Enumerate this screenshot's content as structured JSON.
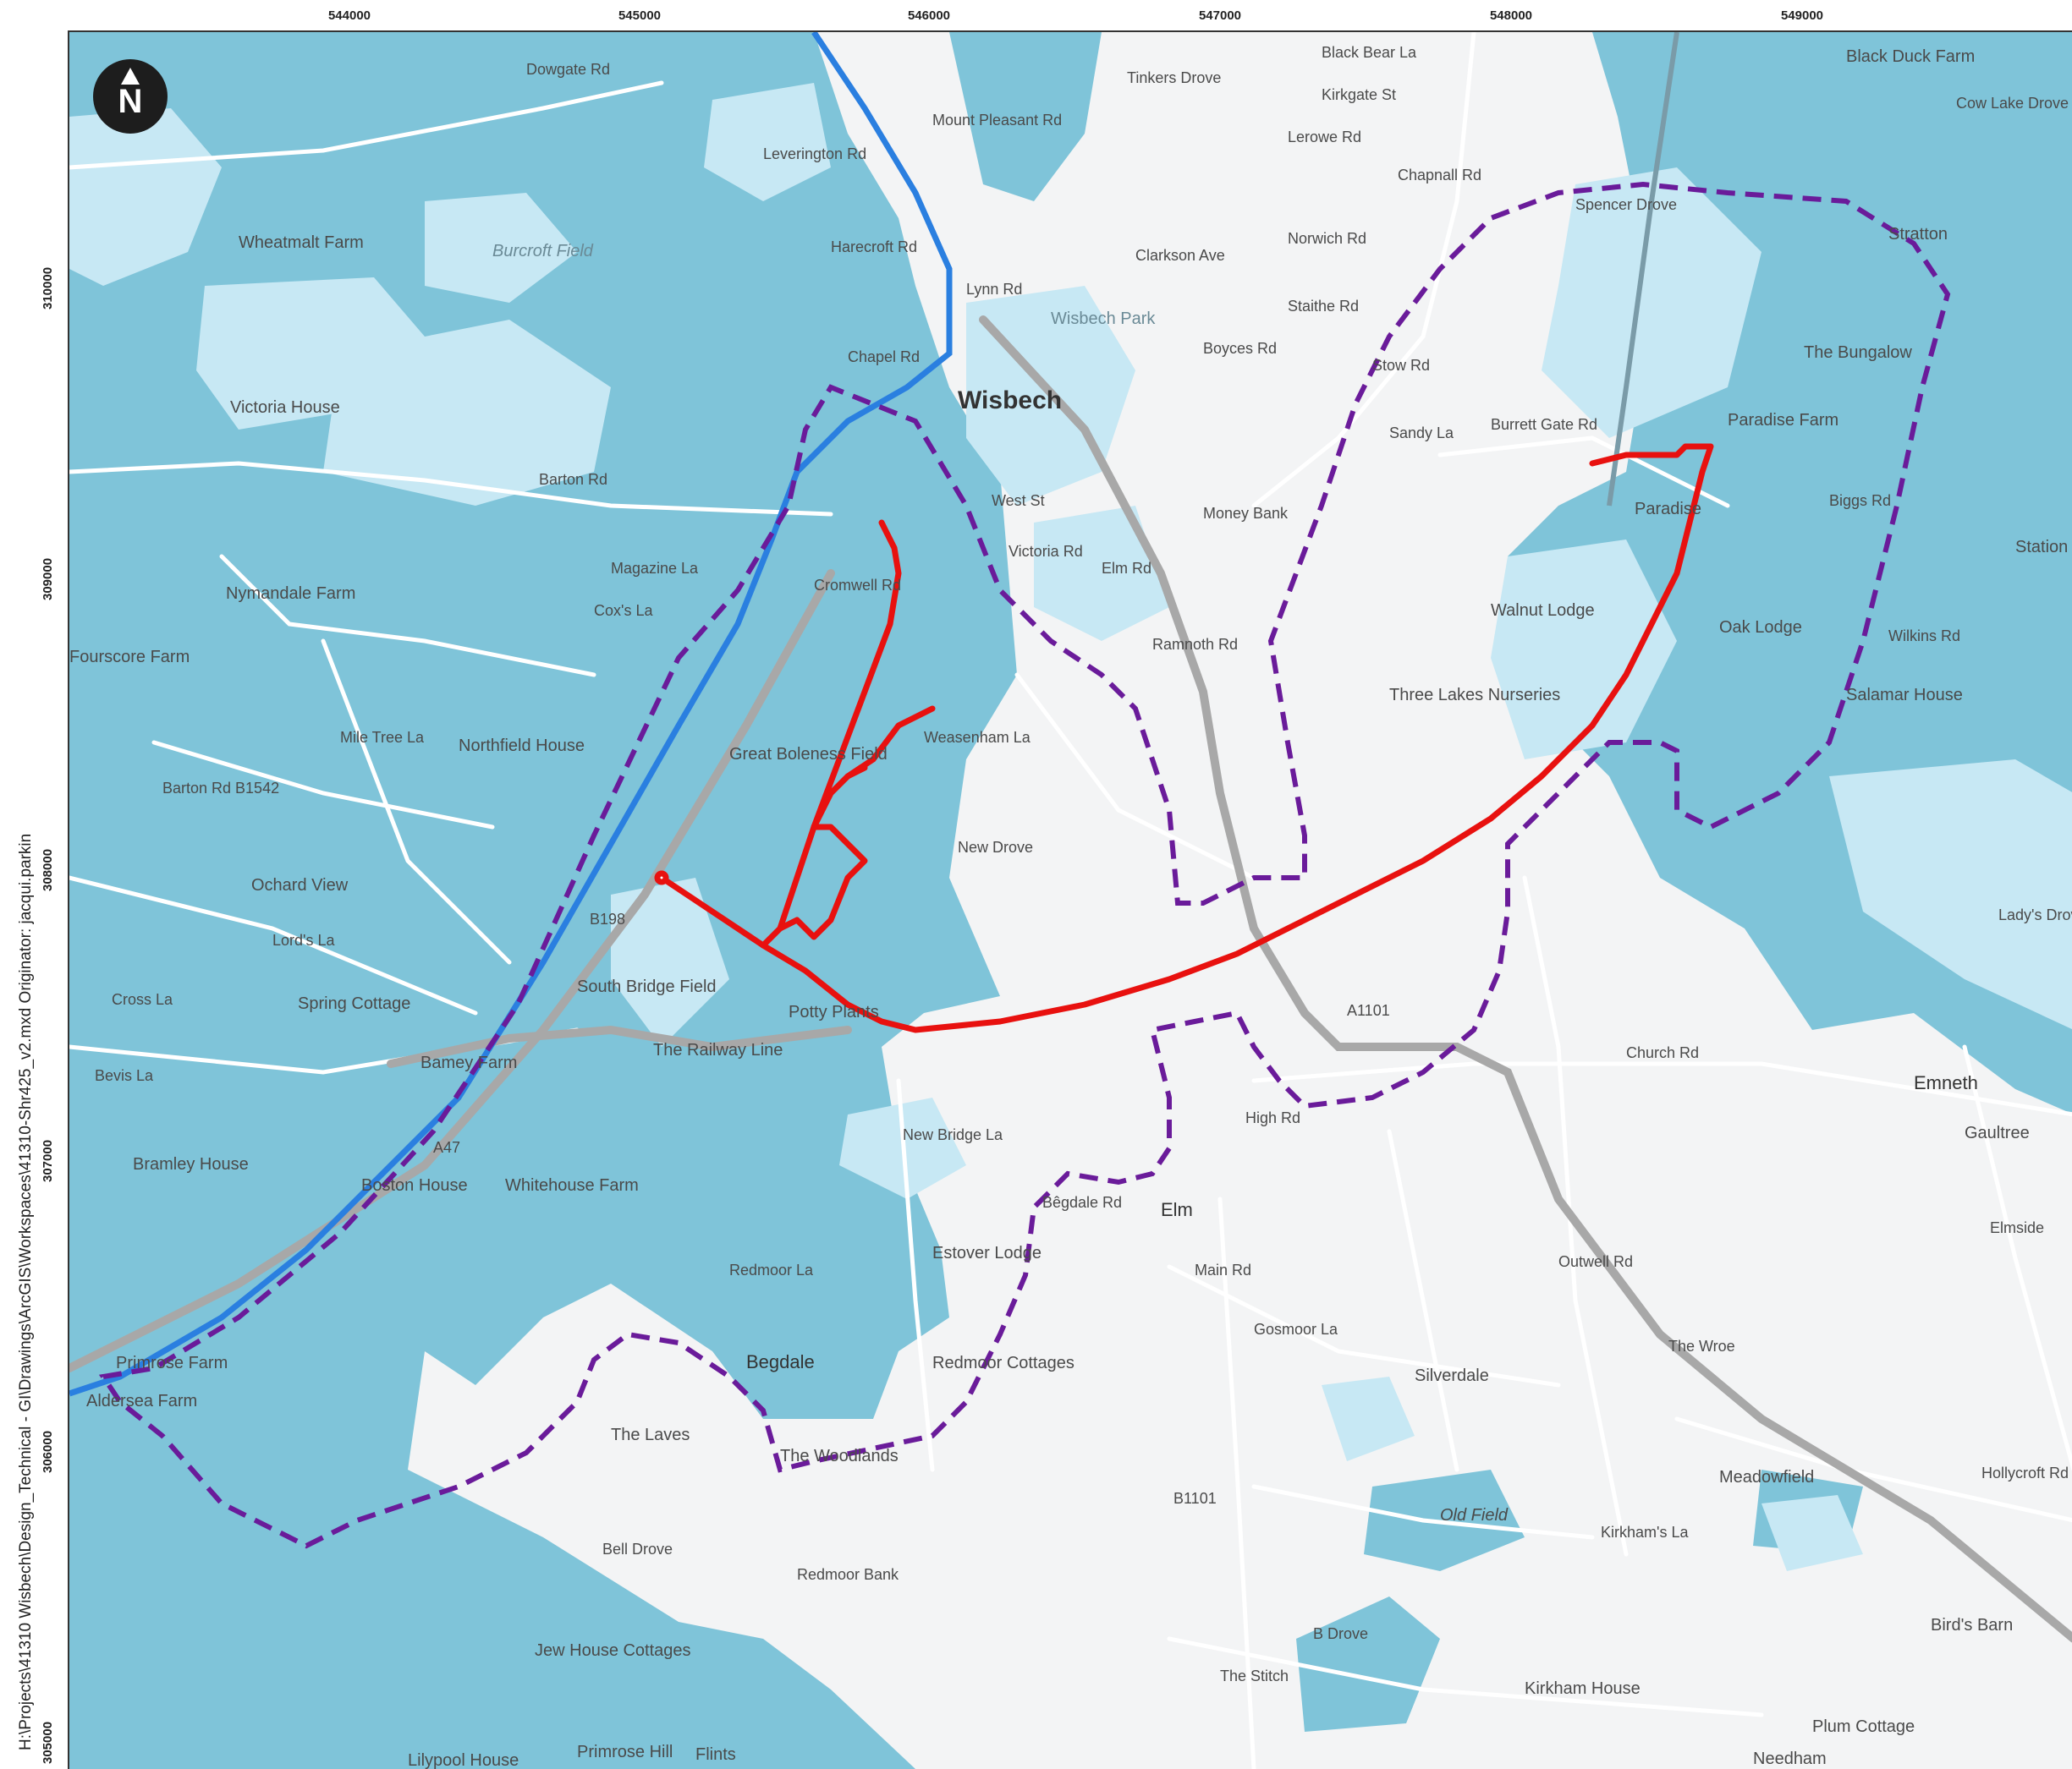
{
  "side_text": "H:\\Projects\\41310 Wisbech\\Design_Technical - GI\\Drawings\\ArcGIS\\Workspaces\\41310-Shr425_v2.mxd   Originator: jacqui.parkin",
  "north_label": "N",
  "eastings": [
    "544000",
    "545000",
    "546000",
    "547000",
    "548000",
    "549000"
  ],
  "northings": [
    "310000",
    "309000",
    "308000",
    "307000",
    "306000",
    "305000"
  ],
  "colors": {
    "background": "#f3f4f5",
    "flood_zone_3": "#7fc4d9",
    "flood_zone_2": "#c7e8f4",
    "river": "#2a7fe0",
    "road_major": "#a8a8a8",
    "road_minor": "#ffffff",
    "study_area": "#6a1b9a",
    "route": "#e8110f"
  },
  "places": [
    {
      "name": "Wisbech",
      "kind": "town"
    },
    {
      "name": "Elm",
      "kind": "village"
    },
    {
      "name": "Emneth",
      "kind": "village"
    },
    {
      "name": "Begdale",
      "kind": "village"
    },
    {
      "name": "Wheatmalt Farm"
    },
    {
      "name": "Victoria House"
    },
    {
      "name": "Nymandale Farm"
    },
    {
      "name": "Northfield House"
    },
    {
      "name": "Ochard View"
    },
    {
      "name": "Spring Cottage"
    },
    {
      "name": "Bamey Farm"
    },
    {
      "name": "Bramley House"
    },
    {
      "name": "Boston House"
    },
    {
      "name": "Whitehouse Farm"
    },
    {
      "name": "South Bridge Field"
    },
    {
      "name": "Great Boleness Field"
    },
    {
      "name": "Burcroft Field"
    },
    {
      "name": "Wisbech Park"
    },
    {
      "name": "Potty Plants"
    },
    {
      "name": "The Railway Line"
    },
    {
      "name": "Primrose Farm"
    },
    {
      "name": "Aldersea Farm"
    },
    {
      "name": "The Laves"
    },
    {
      "name": "The Woodlands"
    },
    {
      "name": "Redmoor Cottages"
    },
    {
      "name": "Estover Lodge"
    },
    {
      "name": "Silverdale"
    },
    {
      "name": "Old Field"
    },
    {
      "name": "Jew House Cottages"
    },
    {
      "name": "Lilypool House"
    },
    {
      "name": "Primrose Hill"
    },
    {
      "name": "Flints"
    },
    {
      "name": "Kirkham House"
    },
    {
      "name": "Plum Cottage"
    },
    {
      "name": "Needham"
    },
    {
      "name": "Meadowfield"
    },
    {
      "name": "Bird's Barn"
    },
    {
      "name": "Gaultree"
    },
    {
      "name": "Three Lakes Nurseries"
    },
    {
      "name": "Walnut Lodge"
    },
    {
      "name": "Paradise"
    },
    {
      "name": "Paradise Farm"
    },
    {
      "name": "The Bungalow"
    },
    {
      "name": "Oak Lodge"
    },
    {
      "name": "Salamar House"
    },
    {
      "name": "Black Duck Farm"
    },
    {
      "name": "Stratton"
    },
    {
      "name": "Station"
    },
    {
      "name": "Fourscore Farm"
    }
  ],
  "roads": [
    "Dowgate Rd",
    "Leverington Rd",
    "Mount Pleasant Rd",
    "Harecroft Rd",
    "Chapel Rd",
    "Lynn Rd",
    "Barton Rd",
    "Magazine La",
    "Cromwell Rd",
    "Weasenham La",
    "New Drove",
    "Mile Tree La",
    "Cox's La",
    "Lord's La",
    "Cross La",
    "Bevis La",
    "B198",
    "A1101",
    "Church Rd",
    "Black Bear La",
    "Chapnall Rd",
    "Lerowe Rd",
    "Clarkson Ave",
    "Norwich Rd",
    "Staithe Rd",
    "Boyces Rd",
    "Stow Rd",
    "Sandy La",
    "Burrett Gate Rd",
    "Money Bank",
    "Ramnoth Rd",
    "Elm Rd",
    "West St",
    "Victoria Rd",
    "New Bridge La",
    "Bêgdale Rd",
    "Main Rd",
    "High Rd",
    "Gosmoor La",
    "Redmoor La",
    "Bell Drove",
    "Redmoor Bank",
    "B1101",
    "Kirkham's La",
    "Outwell Rd",
    "The Wroe",
    "Elmside",
    "B Drove",
    "The Stitch",
    "Biggs Rd",
    "Wilkins Rd",
    "Cow Lake Drove",
    "Lady's Drove",
    "Hollycroft Rd",
    "Spencer Drove",
    "Kirkgate St",
    "Tinkers Drove",
    "Barton Rd B1542",
    "A47"
  ]
}
